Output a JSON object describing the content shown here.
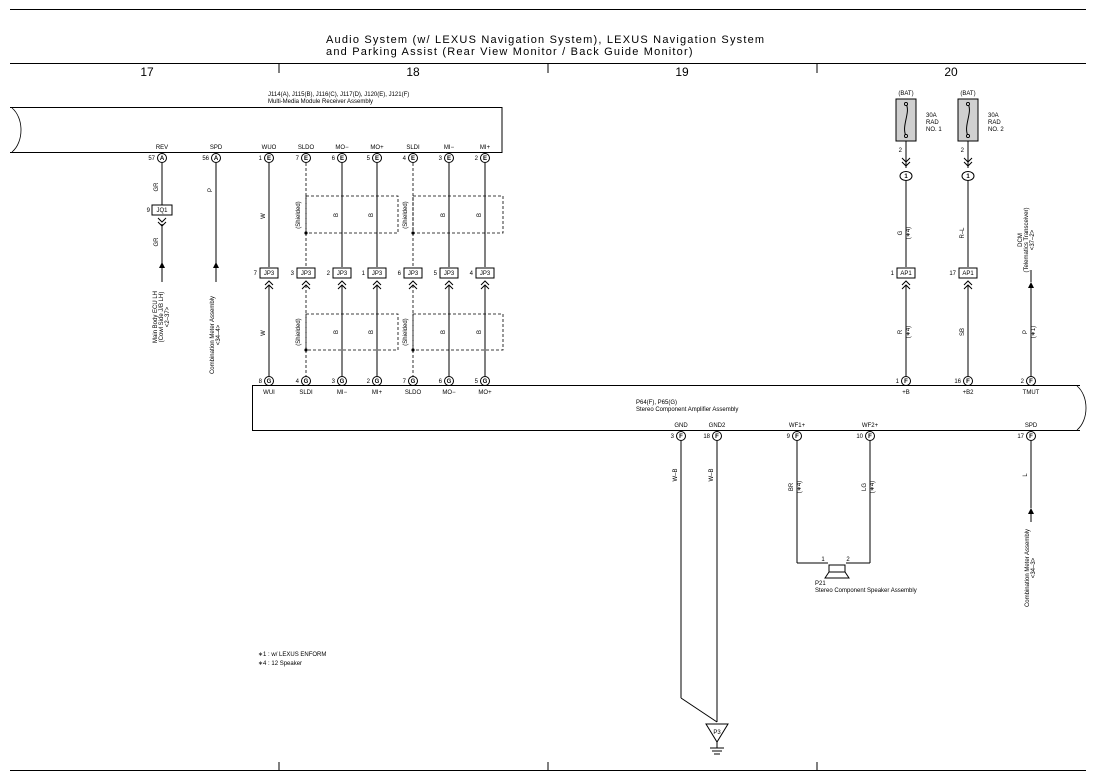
{
  "title": {
    "line1": "Audio System (w/ LEXUS Navigation System),  LEXUS Navigation System",
    "line2": "and Parking Assist (Rear View Monitor / Back Guide Monitor)"
  },
  "sections": [
    "17",
    "18",
    "19",
    "20"
  ],
  "receiver": {
    "code": "J114(A), J115(B), J116(C), J117(D), J120(E), J121(F)",
    "name": "Multi-Media Module Receiver Assembly"
  },
  "amplifier": {
    "code": "P64(F), P65(G)",
    "name": "Stereo Component Amplifier Assembly"
  },
  "speaker": {
    "code": "P21",
    "name": "Stereo Component Speaker Assembly",
    "pin1": "1",
    "pin2": "2"
  },
  "fuses": [
    {
      "top": "(BAT)",
      "label1": "30A",
      "label2": "RAD",
      "label3": "NO. 1",
      "pin": "2",
      "node": "1"
    },
    {
      "top": "(BAT)",
      "label1": "30A",
      "label2": "RAD",
      "label3": "NO. 2",
      "pin": "2",
      "node": "1"
    }
  ],
  "receiver_pins": [
    {
      "sig": "REV",
      "pin": "57",
      "let": "A"
    },
    {
      "sig": "SPD",
      "pin": "56",
      "let": "A"
    },
    {
      "sig": "WUO",
      "pin": "1",
      "let": "E"
    },
    {
      "sig": "SLDO",
      "pin": "7",
      "let": "E"
    },
    {
      "sig": "MO−",
      "pin": "6",
      "let": "E"
    },
    {
      "sig": "MO+",
      "pin": "5",
      "let": "E"
    },
    {
      "sig": "SLDI",
      "pin": "4",
      "let": "E"
    },
    {
      "sig": "MI−",
      "pin": "3",
      "let": "E"
    },
    {
      "sig": "MI+",
      "pin": "2",
      "let": "E"
    }
  ],
  "amp_top_pins": [
    {
      "sig": "WUI",
      "pin": "8",
      "let": "G"
    },
    {
      "sig": "SLDI",
      "pin": "4",
      "let": "G"
    },
    {
      "sig": "MI−",
      "pin": "3",
      "let": "G"
    },
    {
      "sig": "MI+",
      "pin": "2",
      "let": "G"
    },
    {
      "sig": "SLDO",
      "pin": "7",
      "let": "G"
    },
    {
      "sig": "MO−",
      "pin": "6",
      "let": "G"
    },
    {
      "sig": "MO+",
      "pin": "5",
      "let": "G"
    },
    {
      "sig": "+B",
      "pin": "1",
      "let": "F"
    },
    {
      "sig": "+B2",
      "pin": "16",
      "let": "F"
    },
    {
      "sig": "TMUT",
      "pin": "2",
      "let": "F"
    }
  ],
  "amp_bottom_pins": [
    {
      "sig": "GND",
      "pin": "3",
      "let": "F"
    },
    {
      "sig": "GND2",
      "pin": "18",
      "let": "F"
    },
    {
      "sig": "WF1+",
      "pin": "9",
      "let": "F"
    },
    {
      "sig": "WF2+",
      "pin": "10",
      "let": "F"
    },
    {
      "sig": "SPD",
      "pin": "17",
      "let": "F"
    }
  ],
  "jp3_pins": [
    "7",
    "3",
    "2",
    "1",
    "6",
    "5",
    "4"
  ],
  "jp3_label": "JP3",
  "jq1": {
    "pin": "9",
    "label": "JQ1"
  },
  "ap1": [
    {
      "pin": "1",
      "label": "AP1"
    },
    {
      "pin": "17",
      "label": "AP1"
    }
  ],
  "ground": {
    "label": "P3"
  },
  "wires": {
    "gr": "GR",
    "p": "P",
    "w": "W",
    "b": "B",
    "shielded": "(Shielded)",
    "g": "G",
    "r": "R",
    "rl": "R–L",
    "sb": "SB",
    "wb": "W–B",
    "br": "BR",
    "lg": "LG",
    "l": "L",
    "mark1": "(∗1)",
    "mark4": "(∗4)"
  },
  "refs": {
    "main_body": [
      "Main Body ECU LH",
      "(Cowl Side J/B LH)",
      "<2–37>"
    ],
    "comb_meter": [
      "Combination Meter Assembly",
      "<34–4>"
    ],
    "dcm": [
      "DCM",
      "(Telematics Transceiver)",
      "<37–2>"
    ],
    "comb_meter2": [
      "Combination Meter Assembly",
      "<34–3>"
    ]
  },
  "notes": [
    "∗1 : w/ LEXUS ENFORM",
    "∗4 : 12 Speaker"
  ]
}
